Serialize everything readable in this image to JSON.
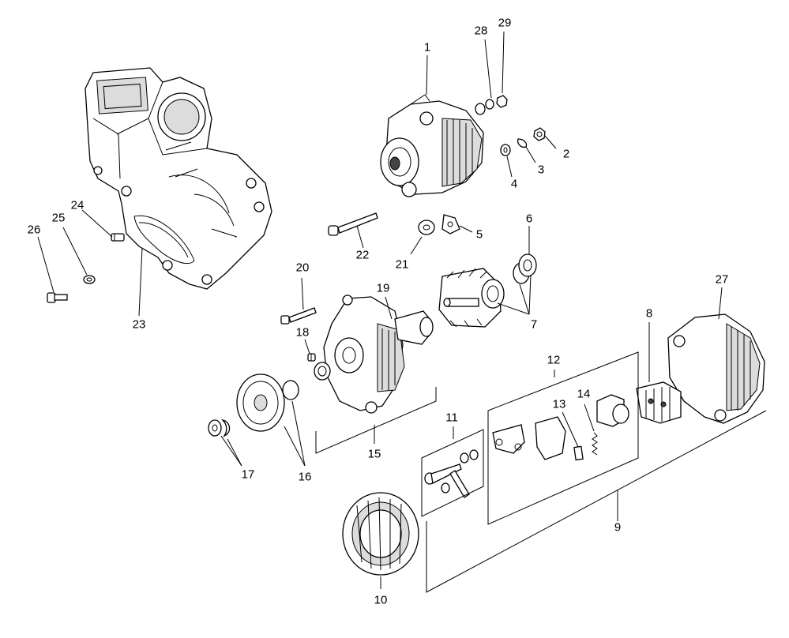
{
  "callouts": [
    "1",
    "2",
    "3",
    "4",
    "5",
    "6",
    "7",
    "8",
    "9",
    "10",
    "11",
    "12",
    "13",
    "14",
    "15",
    "16",
    "17",
    "18",
    "19",
    "20",
    "21",
    "22",
    "23",
    "24",
    "25",
    "26",
    "27",
    "28",
    "29"
  ],
  "colors": {
    "ink": "#000000",
    "background": "#ffffff",
    "shade": "#dcdcdc"
  }
}
